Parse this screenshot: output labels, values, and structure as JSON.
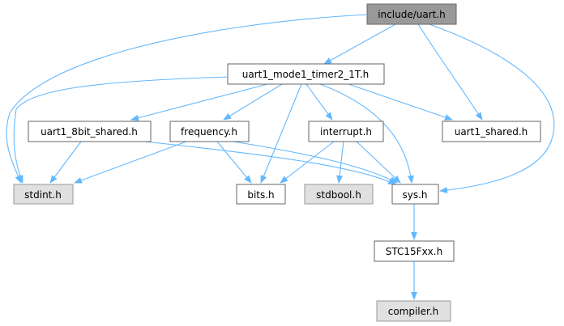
{
  "title": "include/uart.h include dependency graph",
  "colors": {
    "edge": "#63b8ff",
    "root_fill": "#999999",
    "node_fill": "#ffffff",
    "external_fill": "#e0e0e0",
    "border": "#666666",
    "external_border": "#999999"
  },
  "nodes": {
    "uart_h": {
      "label": "include/uart.h",
      "kind": "root"
    },
    "uart1_mode1": {
      "label": "uart1_mode1_timer2_1T.h",
      "kind": "file"
    },
    "uart1_8bit": {
      "label": "uart1_8bit_shared.h",
      "kind": "file"
    },
    "frequency": {
      "label": "frequency.h",
      "kind": "file"
    },
    "interrupt": {
      "label": "interrupt.h",
      "kind": "file"
    },
    "uart1_shared": {
      "label": "uart1_shared.h",
      "kind": "file"
    },
    "stdint": {
      "label": "stdint.h",
      "kind": "external"
    },
    "bits": {
      "label": "bits.h",
      "kind": "file"
    },
    "stdbool": {
      "label": "stdbool.h",
      "kind": "external"
    },
    "sys": {
      "label": "sys.h",
      "kind": "file"
    },
    "stc15": {
      "label": "STC15Fxx.h",
      "kind": "file"
    },
    "compiler": {
      "label": "compiler.h",
      "kind": "external"
    }
  }
}
